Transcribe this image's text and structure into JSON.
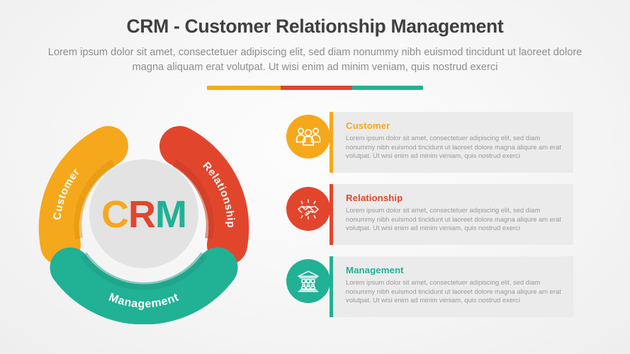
{
  "header": {
    "title": "CRM - Customer Relationship Management",
    "subtitle": "Lorem ipsum dolor sit amet, consectetuer adipiscing elit, sed diam nonummy nibh euismod tincidunt ut laoreet dolore magna aliquam erat volutpat. Ut wisi enim ad minim veniam, quis nostrud exerci"
  },
  "colors": {
    "customer": "#f5a81c",
    "customer_shadow": "#e39914",
    "relationship": "#e1462d",
    "relationship_shadow": "#cc3c26",
    "management": "#21b195",
    "management_shadow": "#1d9e85",
    "panel_bg": "#ebebeb",
    "center_disc": "#e3e3e3",
    "title": "#404040",
    "subtitle": "#8d8d8d",
    "body": "#9b9b9b"
  },
  "diagram": {
    "center_label": "CRM",
    "center_letters": [
      {
        "char": "C",
        "color": "#f5a81c"
      },
      {
        "char": "R",
        "color": "#e1462d"
      },
      {
        "char": "M",
        "color": "#21b195"
      }
    ],
    "segments": [
      {
        "key": "customer",
        "label": "Customer",
        "color": "#f5a81c"
      },
      {
        "key": "relationship",
        "label": "Relationship",
        "color": "#e1462d"
      },
      {
        "key": "management",
        "label": "Management",
        "color": "#21b195"
      }
    ]
  },
  "rows": [
    {
      "icon": "people-group-icon",
      "heading": "Customer",
      "color": "#f5a81c",
      "body": "Lorem ipsum dolor sit amet, consectetuer adipiscing elit, sed diam nonummy nibh euismod tincidunt ut laoreet dolore magna aliqure am erat volutpat. Ut wisi enim ad minim veniam, quis nostrud exerci"
    },
    {
      "icon": "handshake-icon",
      "heading": "Relationship",
      "color": "#e1462d",
      "body": "Lorem ipsum dolor sit amet, consectetuer adipiscing elit, sed diam nonummy nibh euismod tincidunt ut laoreet dolore magna aliqure am erat volutpat. Ut wisi enim ad minim veniam, quis nostrud exerci"
    },
    {
      "icon": "institution-people-icon",
      "heading": "Management",
      "color": "#21b195",
      "body": "Lorem ipsum dolor sit amet, consectetuer adipiscing elit, sed diam nonummy nibh euismod tincidunt ut laoreet dolore magna aliqure am erat volutpat. Ut wisi enim ad minim veniam, quis nostrud exerci"
    }
  ]
}
